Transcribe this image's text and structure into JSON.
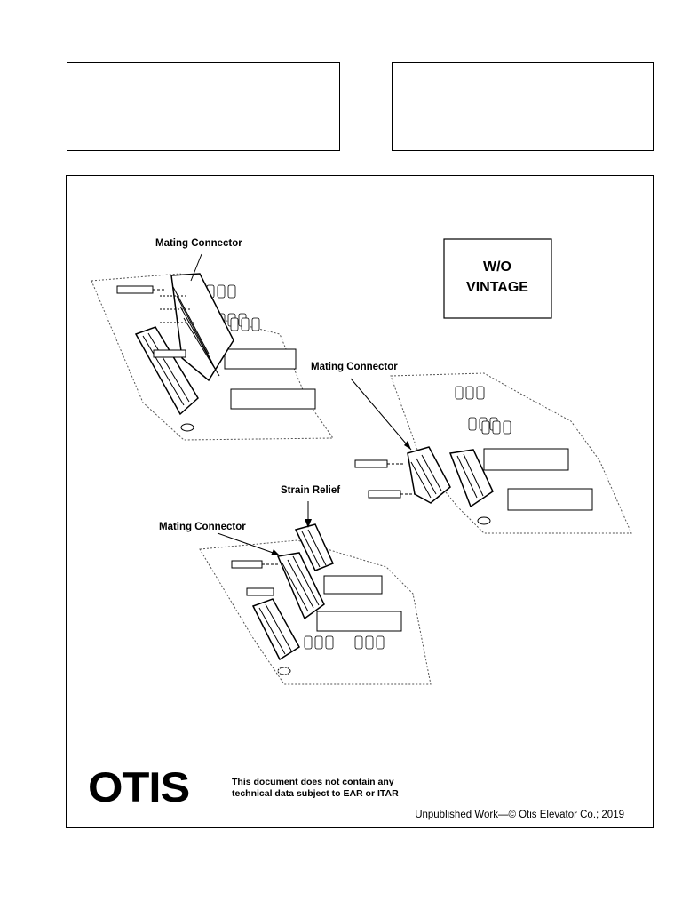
{
  "figure": {
    "label_top_left": "Mating Connector",
    "label_right": "Mating Connector",
    "label_strain_relief": "Strain Relief",
    "label_bottom": "Mating Connector",
    "vintage_box": {
      "line1": "W/O",
      "line2": "VINTAGE"
    }
  },
  "footer": {
    "logo": "OTIS",
    "disclaimer_line1": "This document does not contain any",
    "disclaimer_line2": "technical data subject to EAR or ITAR",
    "copyright": "Unpublished Work—© Otis Elevator Co.; 2019"
  }
}
